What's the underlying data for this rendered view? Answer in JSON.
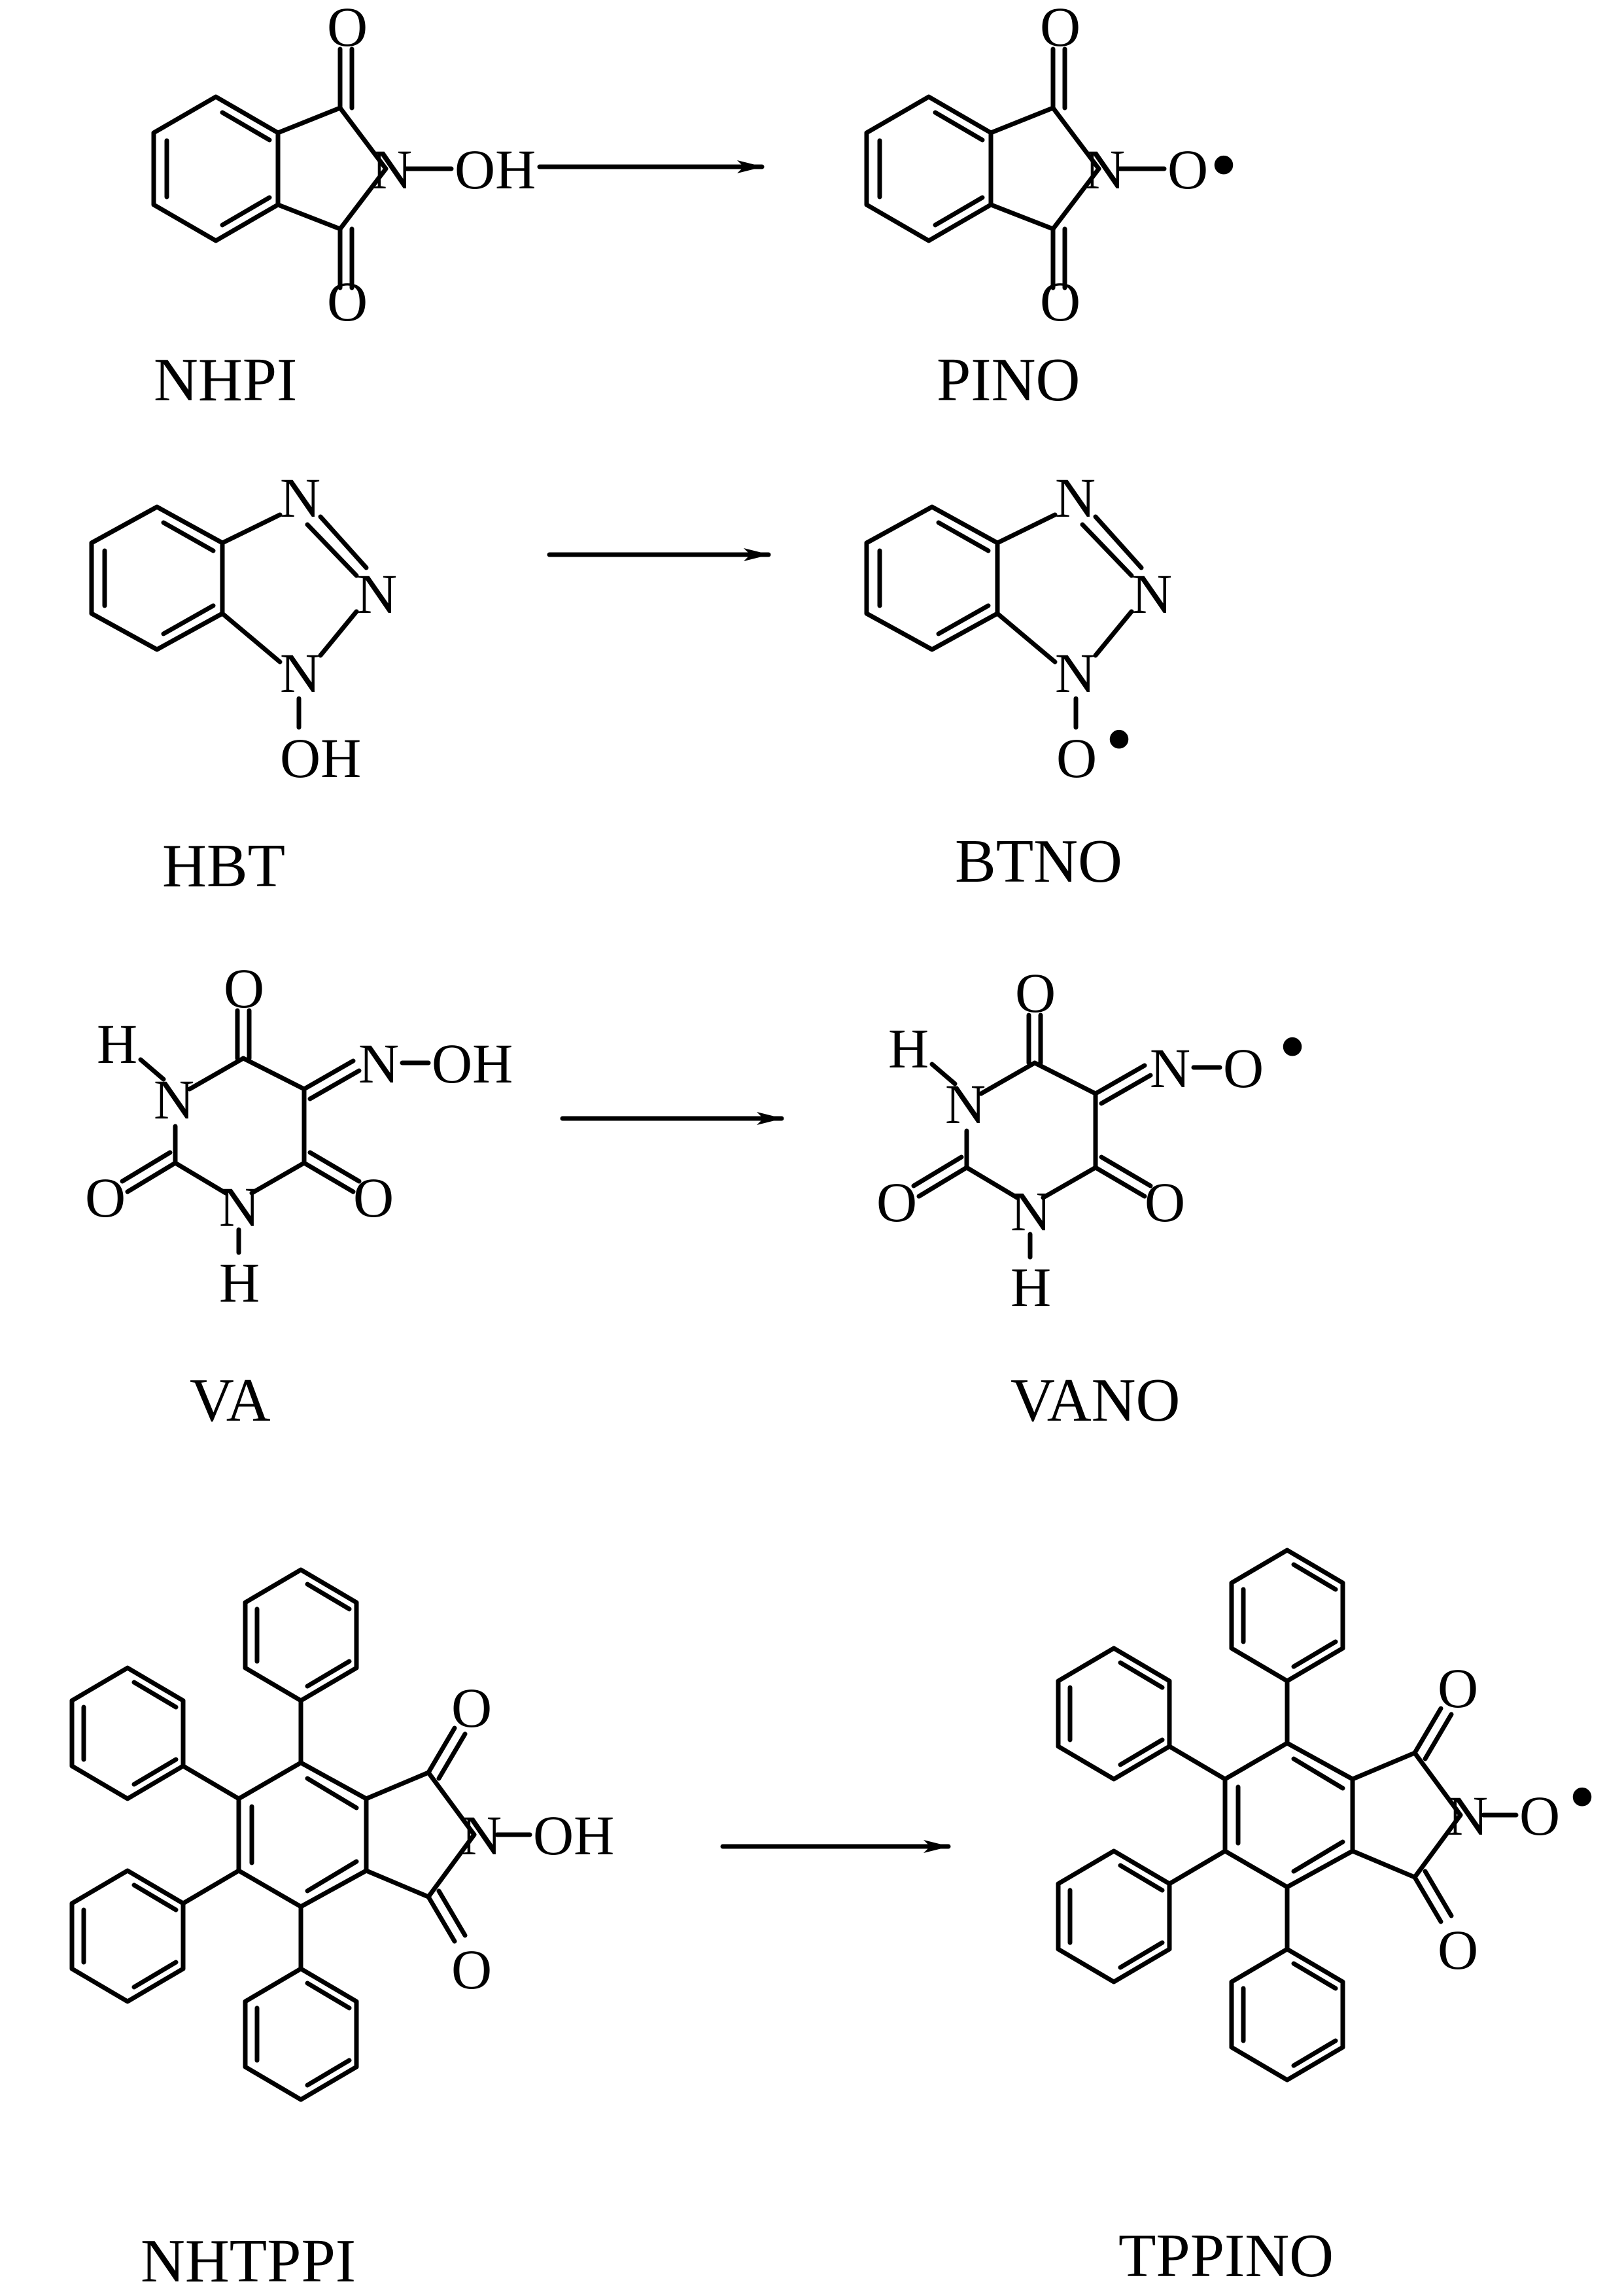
{
  "reactions": [
    {
      "reactant": {
        "name": "NHPI",
        "atoms": {
          "o_top": "O",
          "o_bottom": "O",
          "n": "N",
          "oh": "OH"
        }
      },
      "product": {
        "name": "PINO",
        "atoms": {
          "o_top": "O",
          "o_bottom": "O",
          "n": "N",
          "o": "O"
        }
      }
    },
    {
      "reactant": {
        "name": "HBT",
        "atoms": {
          "n_top": "N",
          "n_mid": "N",
          "n_bottom": "N",
          "oh": "OH"
        }
      },
      "product": {
        "name": "BTNO",
        "atoms": {
          "n_top": "N",
          "n_mid": "N",
          "n_bottom": "N",
          "o": "O"
        }
      }
    },
    {
      "reactant": {
        "name": "VA",
        "atoms": {
          "o_top": "O",
          "h_top": "H",
          "n_left": "N",
          "n_oxime": "N",
          "oh": "OH",
          "o_left": "O",
          "o_right": "O",
          "n_bottom": "N",
          "h_bottom": "H"
        }
      },
      "product": {
        "name": "VANO",
        "atoms": {
          "o_top": "O",
          "h_top": "H",
          "n_left": "N",
          "n_oxime": "N",
          "o": "O",
          "o_left": "O",
          "o_right": "O",
          "n_bottom": "N",
          "h_bottom": "H"
        }
      }
    },
    {
      "reactant": {
        "name": "NHTPPI",
        "atoms": {
          "o_top": "O",
          "o_bottom": "O",
          "n": "N",
          "oh": "OH"
        }
      },
      "product": {
        "name": "TPPINO",
        "atoms": {
          "o_top": "O",
          "o_bottom": "O",
          "n": "N",
          "o": "O"
        }
      }
    }
  ],
  "radical_dot": "•",
  "colors": {
    "ink": "#000000",
    "background": "#ffffff"
  },
  "icons": {
    "arrow": "reaction-arrow"
  }
}
